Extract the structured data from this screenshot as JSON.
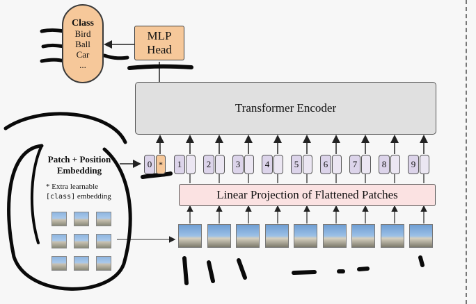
{
  "class_pill": {
    "title": "Class",
    "items": [
      "Bird",
      "Ball",
      "Car",
      "..."
    ]
  },
  "mlp_head": {
    "line1": "MLP",
    "line2": "Head"
  },
  "transformer_encoder": {
    "label": "Transformer Encoder"
  },
  "linear_projection": {
    "label": "Linear Projection of Flattened Patches"
  },
  "tokens": [
    {
      "index": "0",
      "extra": "*"
    },
    {
      "index": "1",
      "extra": ""
    },
    {
      "index": "2",
      "extra": ""
    },
    {
      "index": "3",
      "extra": ""
    },
    {
      "index": "4",
      "extra": ""
    },
    {
      "index": "5",
      "extra": ""
    },
    {
      "index": "6",
      "extra": ""
    },
    {
      "index": "7",
      "extra": ""
    },
    {
      "index": "8",
      "extra": ""
    },
    {
      "index": "9",
      "extra": ""
    }
  ],
  "legend": {
    "title_line1": "Patch + Position",
    "title_line2": "Embedding",
    "note_line1": "* Extra learnable",
    "note_code": "[class]",
    "note_line2_rest": " embedding"
  },
  "colors": {
    "class_fill": "#f6c89a",
    "encoder_fill": "#e0e0e0",
    "projection_fill": "#fbe2e2",
    "token_fill": "#dcd4ea",
    "ink": "#0a0a0a"
  }
}
